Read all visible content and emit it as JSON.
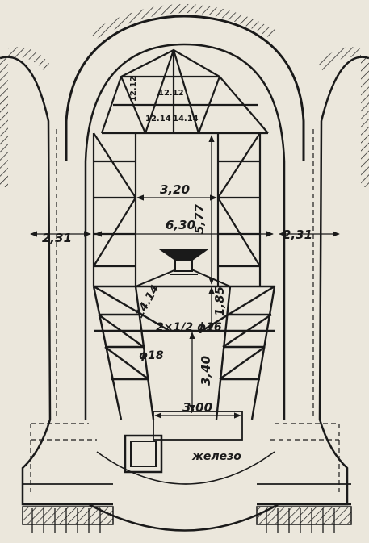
{
  "drawing": {
    "dimensions": {
      "left_wall": "2,31",
      "right_wall": "2,31",
      "upper_width": "3,20",
      "span": "6,30",
      "upper_height": "5,77",
      "middle_height": "1,85",
      "lower_height": "3,40",
      "bottom_width": "3,00"
    },
    "members": {
      "crown_left": "12.12",
      "crown_center": "12.12",
      "crown_low_left": "12.14",
      "crown_low_right": "14.14",
      "strut": "14.14",
      "rods": "2×1/2 ϕ16",
      "diameter": "ϕ18"
    },
    "material_label": "железо",
    "colors": {
      "paper": "#ebe7dc",
      "ink": "#1a1a1a"
    }
  }
}
